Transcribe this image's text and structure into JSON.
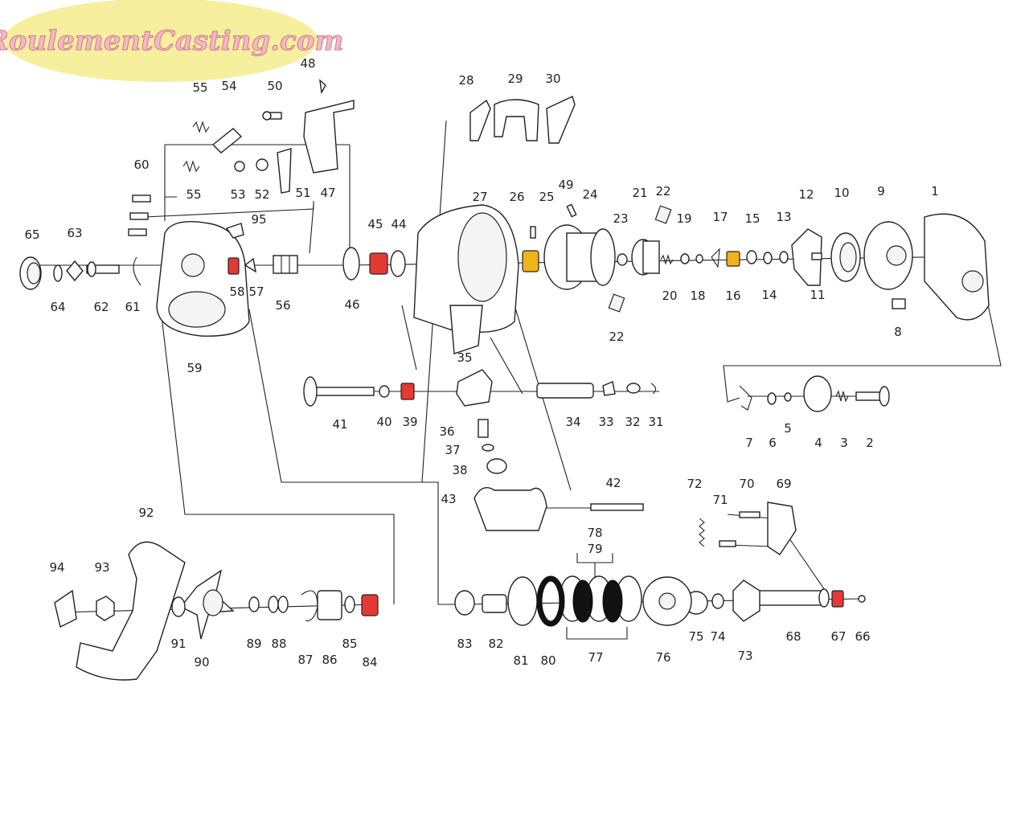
{
  "brand": {
    "name": "RoulementCasting.com",
    "color_fill": "#f1b9c4",
    "color_bg": "#f6ef9e"
  },
  "highlight_colors": {
    "bearing_red": "#e53935",
    "bearing_yellow": "#f2b21a"
  },
  "labels": {
    "p1": "1",
    "p2": "2",
    "p3": "3",
    "p4": "4",
    "p5": "5",
    "p6": "6",
    "p7": "7",
    "p8": "8",
    "p9": "9",
    "p10": "10",
    "p11": "11",
    "p12": "12",
    "p13": "13",
    "p14": "14",
    "p15": "15",
    "p16": "16",
    "p17": "17",
    "p18": "18",
    "p19": "19",
    "p20": "20",
    "p21": "21",
    "p22a": "22",
    "p22b": "22",
    "p23": "23",
    "p24": "24",
    "p25": "25",
    "p26": "26",
    "p27": "27",
    "p28": "28",
    "p29": "29",
    "p30": "30",
    "p31": "31",
    "p32": "32",
    "p33": "33",
    "p34": "34",
    "p35": "35",
    "p36": "36",
    "p37": "37",
    "p38": "38",
    "p39": "39",
    "p40": "40",
    "p41": "41",
    "p42": "42",
    "p43": "43",
    "p44": "44",
    "p45": "45",
    "p46": "46",
    "p47": "47",
    "p48": "48",
    "p49": "49",
    "p50": "50",
    "p51": "51",
    "p52": "52",
    "p53": "53",
    "p54": "54",
    "p55a": "55",
    "p55b": "55",
    "p56": "56",
    "p57": "57",
    "p58": "58",
    "p59": "59",
    "p60": "60",
    "p61": "61",
    "p62": "62",
    "p63": "63",
    "p64": "64",
    "p65": "65",
    "p66": "66",
    "p67": "67",
    "p68": "68",
    "p69": "69",
    "p70": "70",
    "p71": "71",
    "p72": "72",
    "p73": "73",
    "p74": "74",
    "p75": "75",
    "p76": "76",
    "p77": "77",
    "p78": "78",
    "p79": "79",
    "p80": "80",
    "p81": "81",
    "p82": "82",
    "p83": "83",
    "p84": "84",
    "p85": "85",
    "p86": "86",
    "p87": "87",
    "p88": "88",
    "p89": "89",
    "p90": "90",
    "p91": "91",
    "p92": "92",
    "p93": "93",
    "p94": "94",
    "p95": "95"
  }
}
